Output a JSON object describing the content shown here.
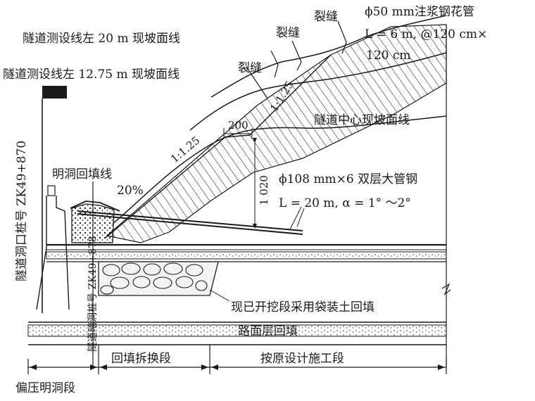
{
  "labels": {
    "slope_left_20": "隧道测设线左 20 m 现坡面线",
    "slope_left_1275": "隧道测设线左 12.75 m 现坡面线",
    "crack_1": "裂缝",
    "crack_2": "裂缝",
    "crack_3": "裂缝",
    "grout_pipe_line1": "ϕ50 mm注浆钢花管",
    "grout_pipe_line2": "L = 6 m, @120 cm×",
    "grout_pipe_line3": "120 cm",
    "center_slope": "隧道中心现坡面线",
    "ratio_upper": "1:1.25",
    "ratio_lower": "1:1.25",
    "dim_200": "200",
    "dim_1020": "1 020",
    "backfill_line": "明洞回填线",
    "grade_20": "20%",
    "pipe_roof_line1": "ϕ108 mm×6 双层大管钢",
    "pipe_roof_line2": "L = 20 m, α = 1° ～2°",
    "portal_station": "隧道洞口桩号 ZK49+870",
    "portal_station_2": "隧道暗洞桩号 ZK49+878",
    "sandbag_backfill": "现已开挖段采用袋装土回填",
    "road_backfill": "路面层回填",
    "segment_backfill_replace": "回填拆换段",
    "segment_original_design": "按原设计施工段",
    "segment_bias_open_cut": "偏压明洞段"
  }
}
